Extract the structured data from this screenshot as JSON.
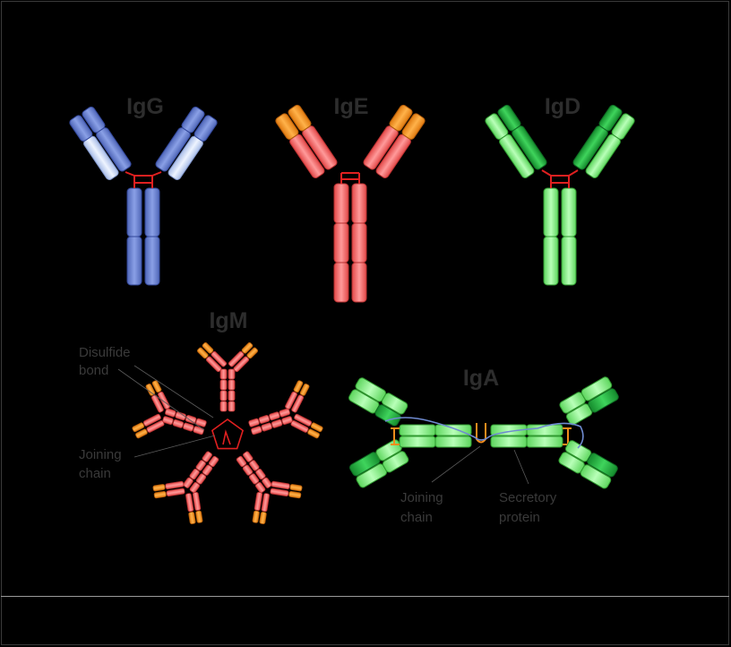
{
  "diagram": {
    "titles": {
      "igg": "IgG",
      "ige": "IgE",
      "igd": "IgD",
      "igm": "IgM",
      "iga": "IgA"
    },
    "labels": {
      "igm_disulfide_line1": "Disulfide",
      "igm_disulfide_line2": "bond",
      "igm_joining_line1": "Joining",
      "igm_joining_line2": "chain",
      "iga_joining_line1": "Joining",
      "iga_joining_line2": "chain",
      "iga_secretory_line1": "Secretory",
      "iga_secretory_line2": "protein"
    },
    "colors": {
      "igg": [
        "#6f86d6",
        "#c9d8f2"
      ],
      "ige": [
        "#f26d6d",
        "#f08c1c"
      ],
      "igd": [
        "#7ee87e",
        "#1fa83a"
      ],
      "igm": [
        "#f26d6d",
        "#f08c1c"
      ],
      "iga": [
        "#8ff08f",
        "#1fa83a"
      ],
      "disulfide": "#e02020",
      "joining_chain": "#f08c1c",
      "secretory_protein": "#6f8bd0"
    }
  }
}
